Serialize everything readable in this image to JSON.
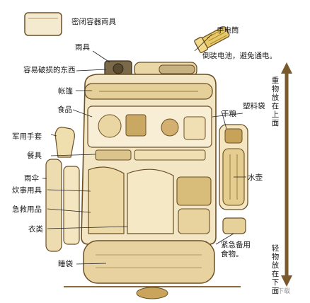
{
  "labels": {
    "sealed_container": "密闭容器両具",
    "flashlight": "手电筒",
    "flashlight_note": "倒装电池，避免通电。",
    "rain_gear": "雨具",
    "fragile_items": "容易破损的东西",
    "tent": "帐篷",
    "food": "食品",
    "plastic_bag": "塑料袋",
    "dry_rations": "干粮",
    "military_gloves": "军用手套",
    "tableware": "餐具",
    "umbrella": "雨伞",
    "canteen": "水壶",
    "cooking_utensils": "炊事用具",
    "first_aid": "急救用品",
    "clothing": "衣类",
    "emergency_food": "紧急备用\n食物。",
    "sleeping_bag": "睡袋",
    "heavy_on_top": "重物放在上面",
    "light_on_bottom": "轻物放在下面"
  },
  "watermark": "下载"
}
